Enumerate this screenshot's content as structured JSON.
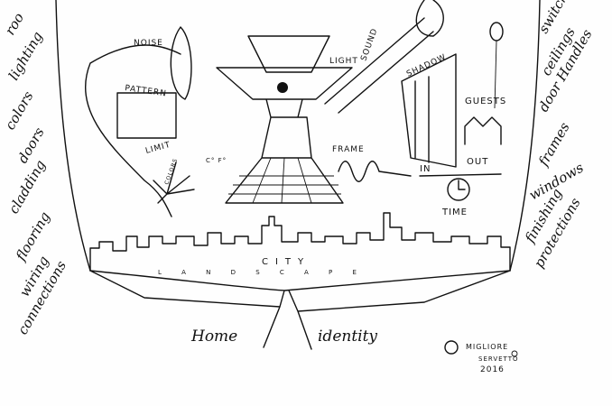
{
  "left_words": [
    "roo",
    "lighting",
    "colors",
    "doors",
    "cladding",
    "flooring",
    "wiring",
    "connections"
  ],
  "right_words": [
    "switch",
    "ceilings",
    "door Handles",
    "frames",
    "windows",
    "finishing",
    "protections"
  ],
  "labels": {
    "noise": "NOISE",
    "pattern": "PATTERN",
    "limit": "LIMIT",
    "colors": "COLORS",
    "temperature": "C° F°",
    "light": "LIGHT",
    "sound": "SOUND",
    "shadow": "SHADOW",
    "frame": "FRAME",
    "guests": "GUESTS",
    "in": "IN",
    "out": "OUT",
    "time": "TIME",
    "city": "CITY",
    "landscape": "L A N D S C A P E",
    "home": "Home",
    "identity": "identity"
  },
  "signature": {
    "line1": "MIGLIORE",
    "line2": "SERVETTO",
    "year": "2016"
  }
}
